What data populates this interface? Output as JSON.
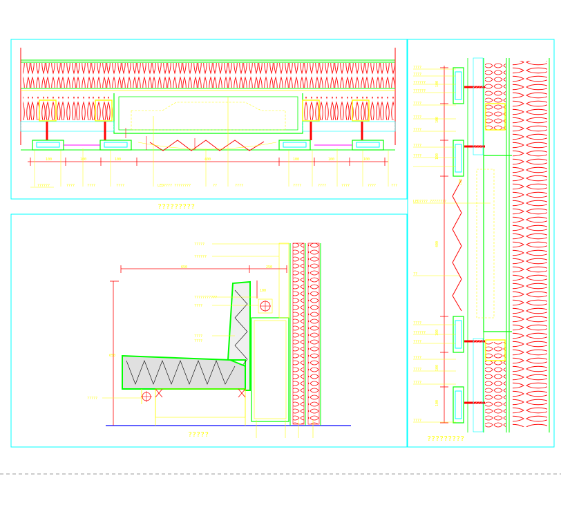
{
  "colors": {
    "frame": "#00ffff",
    "insulation": "#ff0000",
    "structure": "#00ff00",
    "annotation": "#ffff00",
    "floor": "#0000ff",
    "separator": "#999999"
  },
  "panels": {
    "top_left": {
      "caption": "?????????"
    },
    "bottom_left": {
      "caption": "?????"
    },
    "right": {
      "caption": "?????????"
    }
  },
  "top_dims": [
    "100",
    "100",
    "100",
    "400",
    "100",
    "100",
    "100"
  ],
  "top_callouts": [
    "??????",
    "????",
    "????",
    "????",
    "LED????\n????????",
    "??",
    "????",
    "????",
    "????",
    "????",
    "????",
    "???"
  ],
  "right_dims": [
    "100",
    "100",
    "100",
    "400",
    "100",
    "100",
    "100",
    "100"
  ],
  "right_callouts": [
    "????",
    "????",
    "??????",
    "??????",
    "????",
    "????",
    "????",
    "????",
    "????",
    "LED????\n????????",
    "??",
    "????",
    "??????",
    "????",
    "????",
    "????",
    "????",
    "????"
  ],
  "bottom_dims": {
    "width_a": "650",
    "width_b": "250",
    "height": "650",
    "small": "100"
  },
  "bottom_callouts": [
    "?????",
    "??????",
    "???????????",
    "????",
    "????",
    "????",
    "?????"
  ]
}
